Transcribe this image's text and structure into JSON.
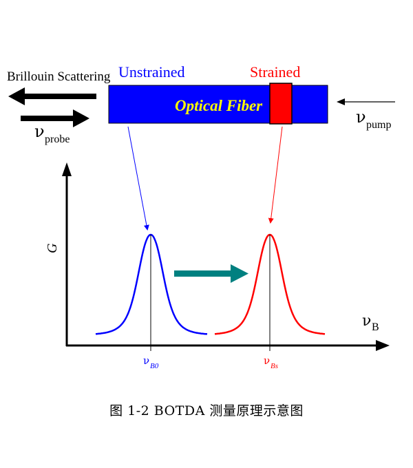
{
  "labels": {
    "brillouin_scattering": "Brillouin Scattering",
    "unstrained": "Unstrained",
    "strained": "Strained",
    "optical_fiber": "Optical Fiber",
    "probe_symbol": "ν",
    "probe_subscript": "probe",
    "pump_symbol": "ν",
    "pump_subscript": "pump",
    "y_axis_label": "G",
    "x_axis_symbol": "ν",
    "x_axis_subscript": "B",
    "peak1_symbol": "ν",
    "peak1_subscript": "B0",
    "peak2_symbol": "ν",
    "peak2_subscript": "Bs"
  },
  "caption": "图 1-2  BOTDA 测量原理示意图",
  "colors": {
    "fiber": "#0000ff",
    "strained_section": "#ff0000",
    "fiber_text": "#ffff00",
    "unstrained_label": "#0000ff",
    "strained_label": "#ff0000",
    "curve_unstrained": "#0000ff",
    "curve_strained": "#ff0000",
    "shift_arrow": "#008080",
    "axes": "#000000"
  }
}
